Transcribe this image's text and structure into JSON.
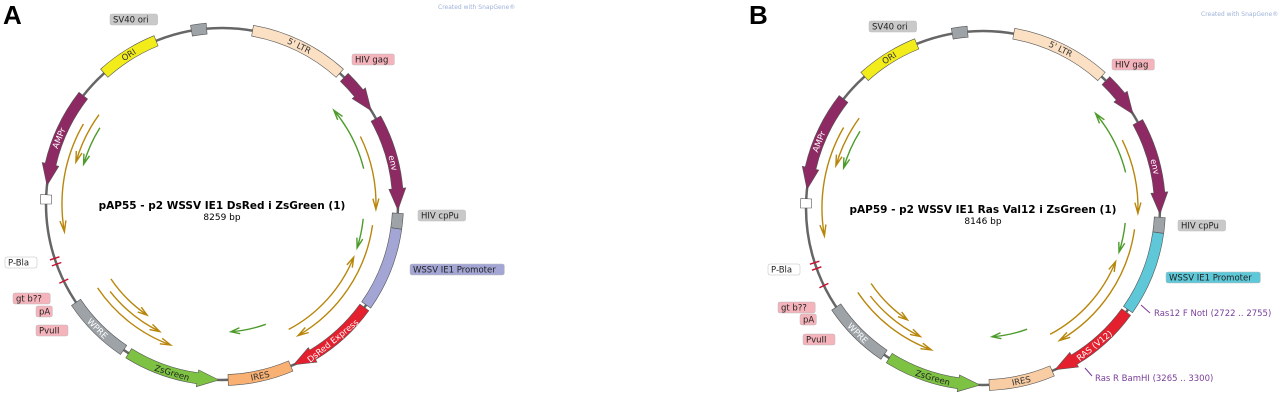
{
  "watermark": "Created with SnapGene®",
  "panels": [
    {
      "letter": "A",
      "title": "pAP55 - p2 WSSV IE1 DsRed i ZsGreen (1)",
      "size": "8259 bp",
      "features": {
        "sv40": "SV40 ori",
        "ltr5": "5' LTR",
        "hivgag": "HIV gag",
        "env": "env",
        "hivcppu": "HIV cpPu",
        "promoter": "WSSV IE1 Promoter",
        "insert": "DsRed Express",
        "ires": "IRES",
        "zsgreen": "ZsGreen",
        "wpre": "WPRE",
        "pvuii": "PvuII",
        "pa": "pA",
        "gtb": "gt b??",
        "pbla": "P-Bla",
        "ampr": "AMPr",
        "ori": "ORI"
      }
    },
    {
      "letter": "B",
      "title": "pAP59 - p2 WSSV IE1 Ras Val12 i ZsGreen (1)",
      "size": "8146 bp",
      "features": {
        "sv40": "SV40 ori",
        "ltr5": "5' LTR",
        "hivgag": "HIV gag",
        "env": "env",
        "hivcppu": "HIV cpPu",
        "promoter": "WSSV IE1 Promoter",
        "insert": "RAS (V12)",
        "ires": "IRES",
        "zsgreen": "ZsGreen",
        "wpre": "WPRE",
        "pvuii": "PvuII",
        "pa": "pA",
        "gtb": "gt b??",
        "pbla": "P-Bla",
        "ampr": "AMPr",
        "ori": "ORI"
      },
      "primers": {
        "f_name": "Ras12 F NotI",
        "f_range": "(2722 .. 2755)",
        "r_name": "Ras R BamHI",
        "r_range": "(3265 .. 3300)"
      }
    }
  ],
  "colors": {
    "backbone": "#666666",
    "ltr": "#fbe0c4",
    "hiv": "#8e2a63",
    "grey": "#9ea3a8",
    "promoterA": "#a3a6d4",
    "promoterB": "#5fc8d8",
    "insert": "#e5202e",
    "ires": "#f8b073",
    "iresB": "#f9cda4",
    "zsgreen": "#7dc242",
    "ori": "#f3ec1b",
    "labelPink": "#f5b3bb",
    "labelGrey": "#c9c9c9",
    "orf": "#b8860b",
    "orfGreen": "#4d9b2a"
  }
}
